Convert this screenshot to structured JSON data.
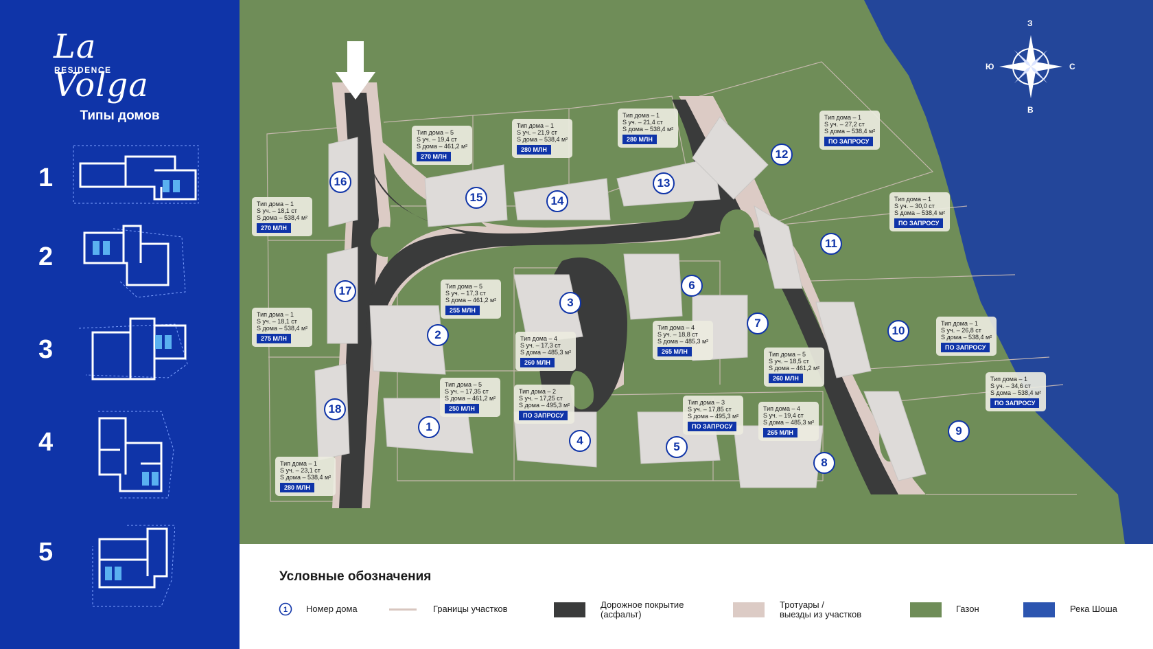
{
  "logo": {
    "script": "La Volga",
    "subtitle": "RESIDENCE"
  },
  "types_title": "Типы домов",
  "house_types": [
    {
      "number": "1",
      "icon": "floor-plan-icon"
    },
    {
      "number": "2",
      "icon": "floor-plan-icon"
    },
    {
      "number": "3",
      "icon": "floor-plan-icon"
    },
    {
      "number": "4",
      "icon": "floor-plan-icon"
    },
    {
      "number": "5",
      "icon": "floor-plan-icon"
    }
  ],
  "compass": {
    "north": "З",
    "south": "В",
    "west": "Ю",
    "east": "С"
  },
  "plots": [
    {
      "number": "1",
      "type": "Тип дома – 5",
      "area_land": "S уч. – 17,35 ст",
      "area_house": "S дома – 461,2 м²",
      "price": "250 МЛН"
    },
    {
      "number": "2",
      "type": "Тип дома – 5",
      "area_land": "S уч. – 17,3 ст",
      "area_house": "S дома – 461,2 м²",
      "price": "255 МЛН"
    },
    {
      "number": "3",
      "type": "Тип дома – 4",
      "area_land": "S уч. – 17,3 ст",
      "area_house": "S дома – 485,3 м²",
      "price": "260 МЛН"
    },
    {
      "number": "4",
      "type": "Тип дома – 2",
      "area_land": "S уч. – 17,25 ст",
      "area_house": "S дома – 495,3 м²",
      "price": "ПО ЗАПРОСУ"
    },
    {
      "number": "5",
      "type": "Тип дома – 3",
      "area_land": "S уч. – 17,85 ст",
      "area_house": "S дома – 495,3 м²",
      "price": "ПО ЗАПРОСУ"
    },
    {
      "number": "6",
      "type": "Тип дома – 4",
      "area_land": "S уч. – 18,8 ст",
      "area_house": "S дома – 485,3 м²",
      "price": "265 МЛН"
    },
    {
      "number": "7",
      "type": "Тип дома – 5",
      "area_land": "S уч. – 18,5 ст",
      "area_house": "S дома – 461,2 м²",
      "price": "260 МЛН"
    },
    {
      "number": "8",
      "type": "Тип дома – 4",
      "area_land": "S уч. – 19,4 ст",
      "area_house": "S дома – 485,3 м²",
      "price": "265 МЛН"
    },
    {
      "number": "9",
      "type": "Тип дома – 1",
      "area_land": "S уч. – 34,6 ст",
      "area_house": "S дома – 538,4 м²",
      "price": "ПО ЗАПРОСУ"
    },
    {
      "number": "10",
      "type": "Тип дома – 1",
      "area_land": "S уч. – 26,8 ст",
      "area_house": "S дома – 538,4 м²",
      "price": "ПО ЗАПРОСУ"
    },
    {
      "number": "11",
      "type": "Тип дома – 1",
      "area_land": "S уч. – 30,0 ст",
      "area_house": "S дома – 538,4 м²",
      "price": "ПО ЗАПРОСУ"
    },
    {
      "number": "12",
      "type": "Тип дома – 1",
      "area_land": "S уч. – 27,2 ст",
      "area_house": "S дома – 538,4 м²",
      "price": "ПО ЗАПРОСУ"
    },
    {
      "number": "13",
      "type": "Тип дома – 1",
      "area_land": "S уч. – 21,4 ст",
      "area_house": "S дома – 538,4 м²",
      "price": "280 МЛН"
    },
    {
      "number": "14",
      "type": "Тип дома – 1",
      "area_land": "S уч. – 21,9 ст",
      "area_house": "S дома – 538,4 м²",
      "price": "280 МЛН"
    },
    {
      "number": "15",
      "type": "Тип дома – 5",
      "area_land": "S уч. – 19,4 ст",
      "area_house": "S дома – 461,2 м²",
      "price": "270 МЛН"
    },
    {
      "number": "16",
      "type": "Тип дома – 1",
      "area_land": "S уч. – 18,1 ст",
      "area_house": "S дома – 538,4 м²",
      "price": "270 МЛН"
    },
    {
      "number": "17",
      "type": "Тип дома – 1",
      "area_land": "S уч. – 18,1 ст",
      "area_house": "S дома – 538,4 м²",
      "price": "275 МЛН"
    },
    {
      "number": "18",
      "type": "Тип дома – 1",
      "area_land": "S уч. – 23,1 ст",
      "area_house": "S дома – 538,4 м²",
      "price": "280 МЛН"
    }
  ],
  "legend": {
    "title": "Условные обозначения",
    "items": {
      "house_number": {
        "symbol": "1",
        "label": "Номер дома"
      },
      "plot_borders": "Границы участков",
      "asphalt": "Дорожное покрытие\n(асфальт)",
      "sidewalks": "Тротуары /\nвыезды из участков",
      "lawn": "Газон",
      "river": "Река Шоша"
    }
  },
  "colors": {
    "sidebar": "#0f34a8",
    "lawn": "#6f8d58",
    "asphalt": "#3a3b3b",
    "sidewalk": "#dccbc5",
    "river": "#23469a",
    "house": "#dedbd9",
    "price_badge": "#0f34a8"
  }
}
